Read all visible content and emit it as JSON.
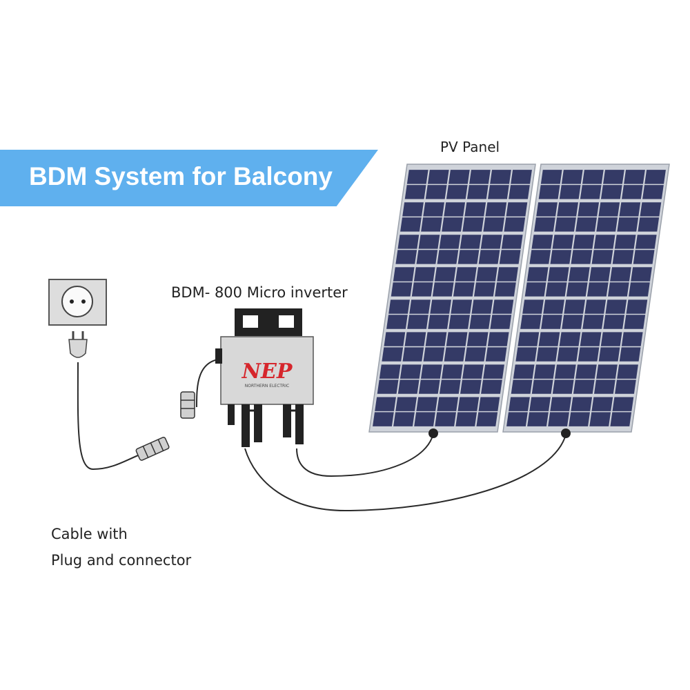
{
  "banner": {
    "title": "BDM System for Balcony",
    "color": "#5fb0ee"
  },
  "labels": {
    "pv_panel": "PV Panel",
    "inverter": "BDM- 800 Micro inverter",
    "cable_line1": "Cable with",
    "cable_line2": "Plug and  connector"
  },
  "inverter_logo": {
    "mark": "NEP",
    "subtext": "NORTHERN ELECTRIC",
    "color": "#d6262c"
  },
  "colors": {
    "panel_cell": "#343a66",
    "panel_frame": "#cfd3da",
    "inverter_body": "#d8d8d8",
    "cable": "#2a2a2a"
  },
  "icons": [
    "wall-socket-icon",
    "plug-icon",
    "connector-icon",
    "mounting-bracket-icon"
  ]
}
